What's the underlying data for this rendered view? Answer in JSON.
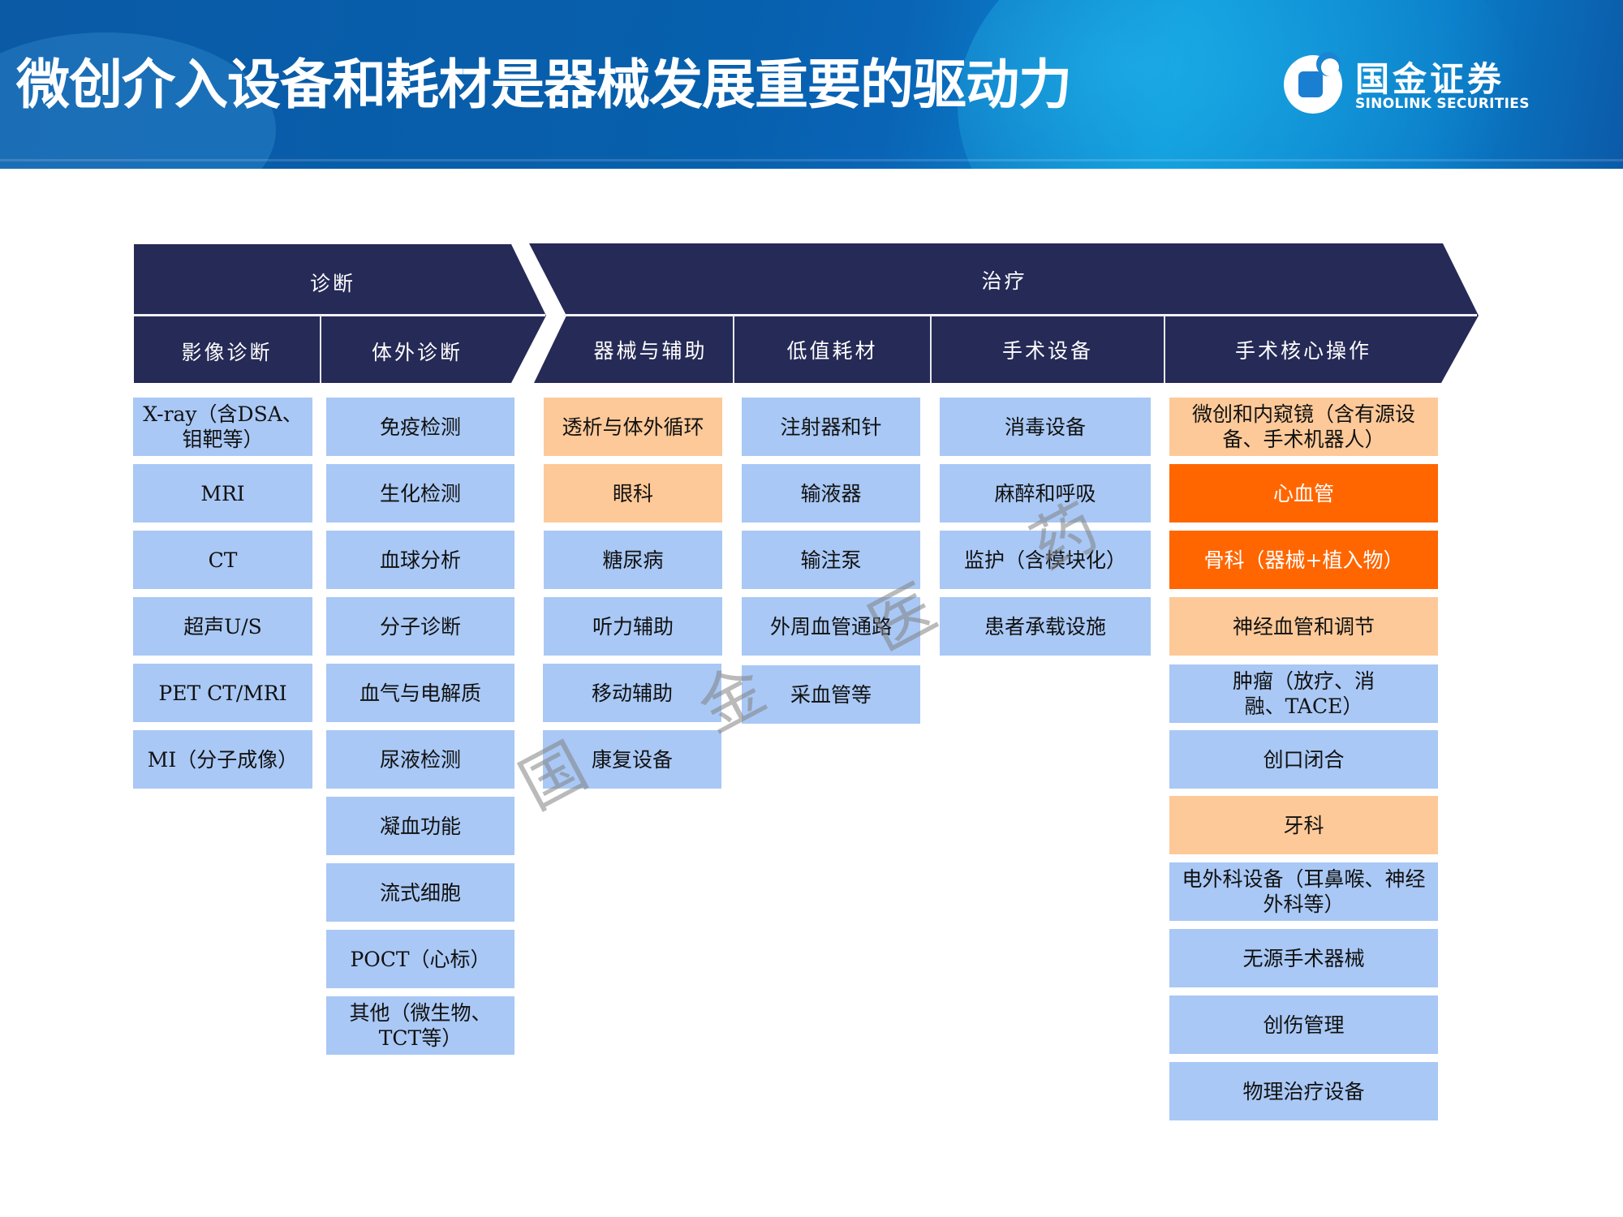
{
  "header": {
    "title": "微创介入设备和耗材是器械发展重要的驱动力",
    "logo": {
      "icon": "sinolink-logo-icon",
      "name_cn": "国金证券",
      "name_en": "SINOLINK SECURITIES"
    }
  },
  "stages": {
    "diagnosis": {
      "label": "诊断",
      "subcategories": [
        {
          "label": "影像诊断",
          "items": [
            {
              "text": "X-ray（含DSA、钼靶等）",
              "color": "blue"
            },
            {
              "text": "MRI",
              "color": "blue"
            },
            {
              "text": "CT",
              "color": "blue"
            },
            {
              "text": "超声U/S",
              "color": "blue"
            },
            {
              "text": "PET CT/MRI",
              "color": "blue"
            },
            {
              "text": "MI（分子成像）",
              "color": "blue"
            }
          ]
        },
        {
          "label": "体外诊断",
          "items": [
            {
              "text": "免疫检测",
              "color": "blue"
            },
            {
              "text": "生化检测",
              "color": "blue"
            },
            {
              "text": "血球分析",
              "color": "blue"
            },
            {
              "text": "分子诊断",
              "color": "blue"
            },
            {
              "text": "血气与电解质",
              "color": "blue"
            },
            {
              "text": "尿液检测",
              "color": "blue"
            },
            {
              "text": "凝血功能",
              "color": "blue"
            },
            {
              "text": "流式细胞",
              "color": "blue"
            },
            {
              "text": "POCT（心标）",
              "color": "blue"
            },
            {
              "text": "其他（微生物、TCT等）",
              "color": "blue"
            }
          ]
        }
      ]
    },
    "treatment": {
      "label": "治疗",
      "subcategories": [
        {
          "label": "器械与辅助",
          "items": [
            {
              "text": "透析与体外循环",
              "color": "peach"
            },
            {
              "text": "眼科",
              "color": "peach"
            },
            {
              "text": "糖尿病",
              "color": "blue"
            },
            {
              "text": "听力辅助",
              "color": "blue"
            },
            {
              "text": "移动辅助",
              "color": "blue"
            },
            {
              "text": "康复设备",
              "color": "blue"
            }
          ]
        },
        {
          "label": "低值耗材",
          "items": [
            {
              "text": "注射器和针",
              "color": "blue"
            },
            {
              "text": "输液器",
              "color": "blue"
            },
            {
              "text": "输注泵",
              "color": "blue"
            },
            {
              "text": "外周血管通路",
              "color": "blue"
            },
            {
              "text": "采血管等",
              "color": "blue"
            }
          ]
        },
        {
          "label": "手术设备",
          "items": [
            {
              "text": "消毒设备",
              "color": "blue"
            },
            {
              "text": "麻醉和呼吸",
              "color": "blue"
            },
            {
              "text": "监护（含模块化）",
              "color": "blue"
            },
            {
              "text": "患者承载设施",
              "color": "blue"
            }
          ]
        },
        {
          "label": "手术核心操作",
          "items": [
            {
              "text": "微创和内窥镜（含有源设备、手术机器人）",
              "color": "peach"
            },
            {
              "text": "心血管",
              "color": "orange"
            },
            {
              "text": "骨科（器械+植入物）",
              "color": "orange"
            },
            {
              "text": "神经血管和调节",
              "color": "peach"
            },
            {
              "text": "肿瘤（放疗、消融、TACE）",
              "color": "blue"
            },
            {
              "text": "创口闭合",
              "color": "blue"
            },
            {
              "text": "牙科",
              "color": "peach"
            },
            {
              "text": "电外科设备（耳鼻喉、神经外科等）",
              "color": "blue"
            },
            {
              "text": "无源手术器械",
              "color": "blue"
            },
            {
              "text": "创伤管理",
              "color": "blue"
            },
            {
              "text": "物理治疗设备",
              "color": "blue"
            }
          ]
        }
      ]
    }
  },
  "colors": {
    "header_dark": "#262a56",
    "cell_blue": "#a9c8f5",
    "cell_peach": "#fdc998",
    "cell_orange": "#ff6600"
  },
  "watermark": [
    "国",
    "金",
    "医",
    "药"
  ]
}
